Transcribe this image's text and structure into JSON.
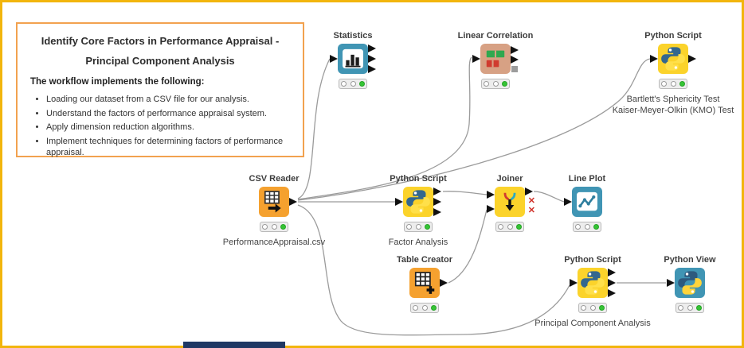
{
  "annotation": {
    "title_line1": "Identify Core Factors in Performance Appraisal -",
    "title_line2": "Principal Component Analysis",
    "subtitle": "The workflow implements the following:",
    "bullets": [
      "Loading our dataset from a CSV file for our analysis.",
      "Understand the factors of performance appraisal system.",
      "Apply dimension reduction algorithms.",
      "Implement techniques for determining factors of performance appraisal."
    ]
  },
  "nodes": {
    "statistics": {
      "label": "Statistics",
      "status": "executed"
    },
    "linear_correlation": {
      "label": "Linear Correlation",
      "status": "executed"
    },
    "python_script_tests": {
      "label": "Python Script",
      "caption_line1": "Bartlett's Sphericity Test",
      "caption_line2": "Kaiser-Meyer-Olkin (KMO) Test",
      "status": "executed"
    },
    "csv_reader": {
      "label": "CSV Reader",
      "caption": "PerformanceAppraisal.csv",
      "status": "executed"
    },
    "python_script_factor": {
      "label": "Python Script",
      "caption": "Factor Analysis",
      "status": "executed"
    },
    "joiner": {
      "label": "Joiner",
      "status": "executed"
    },
    "line_plot": {
      "label": "Line Plot",
      "status": "executed"
    },
    "table_creator": {
      "label": "Table Creator",
      "status": "executed"
    },
    "python_script_pca": {
      "label": "Python Script",
      "caption": "Principal Component Analysis",
      "status": "executed"
    },
    "python_view": {
      "label": "Python View",
      "status": "executed"
    }
  },
  "edges": [
    {
      "from": "csv_reader",
      "to": "statistics"
    },
    {
      "from": "csv_reader",
      "to": "linear_correlation"
    },
    {
      "from": "csv_reader",
      "to": "python_script_tests"
    },
    {
      "from": "csv_reader",
      "to": "python_script_factor"
    },
    {
      "from": "csv_reader",
      "to": "python_script_pca"
    },
    {
      "from": "python_script_factor",
      "to": "joiner"
    },
    {
      "from": "table_creator",
      "to": "joiner"
    },
    {
      "from": "joiner",
      "to": "line_plot"
    },
    {
      "from": "python_script_pca",
      "to": "python_view"
    }
  ],
  "colors": {
    "outer_border": "#F2B50D",
    "annotation_border": "#F2A24F",
    "node_source_orange": "#F5A12F",
    "node_script_yellow": "#FBD32B",
    "node_view_teal": "#4095B4",
    "node_correlation_tan": "#D7A184",
    "status_green": "#35C435",
    "edge_gray": "#9B9B9B",
    "inactive_port_red": "#D03028",
    "taskbar_navy": "#1F3864"
  }
}
